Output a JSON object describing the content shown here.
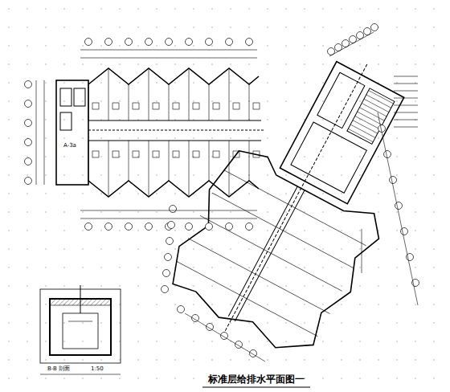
{
  "diagram": {
    "title": "标准层给排水平面图一",
    "labels": [
      "A-3a",
      "B-B 剖面",
      "1:50"
    ]
  }
}
